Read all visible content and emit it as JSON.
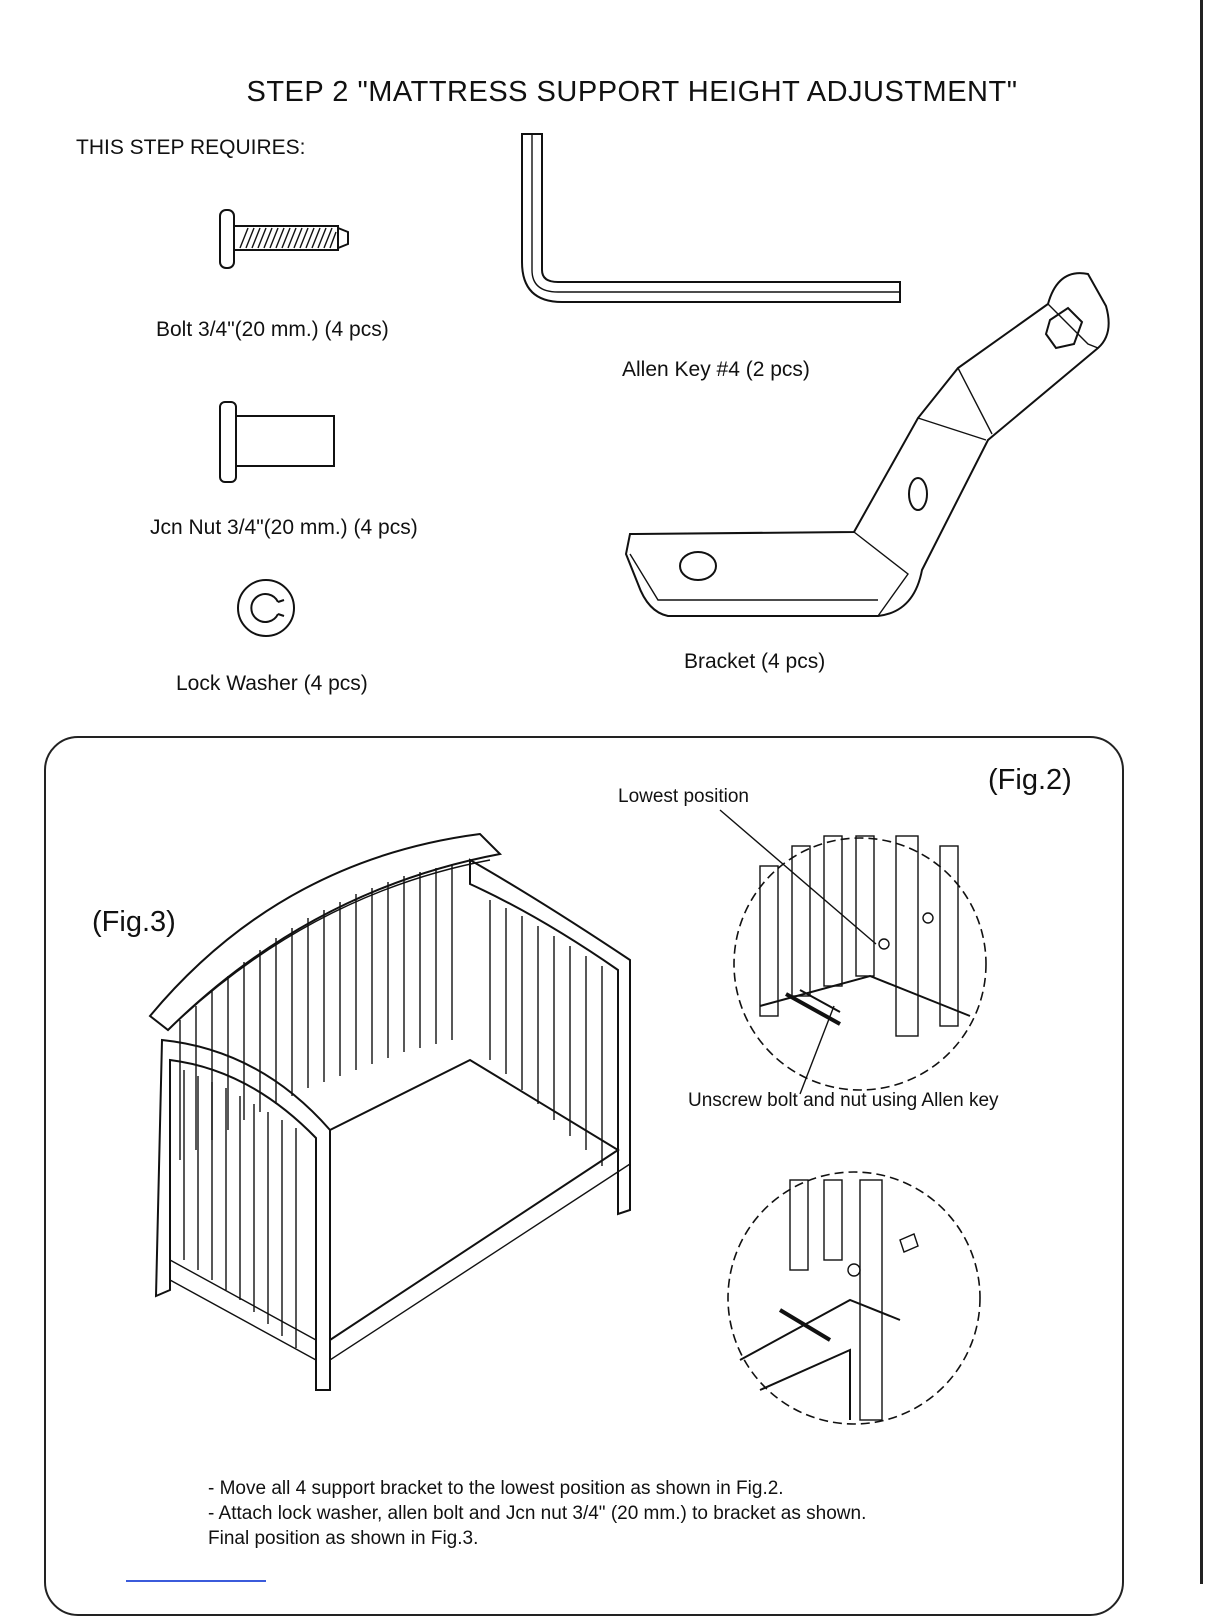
{
  "header": {
    "title": "STEP 2 \"MATTRESS SUPPORT HEIGHT ADJUSTMENT\"",
    "requires_label": "THIS STEP REQUIRES:"
  },
  "parts": [
    {
      "icon": "bolt-icon",
      "label": "Bolt  3/4\"(20 mm.) (4 pcs)"
    },
    {
      "icon": "jcn-nut-icon",
      "label": "Jcn Nut 3/4\"(20 mm.) (4 pcs)"
    },
    {
      "icon": "lock-washer-icon",
      "label": "Lock Washer (4 pcs)"
    },
    {
      "icon": "allen-key-icon",
      "label": "Allen Key #4 (2 pcs)"
    },
    {
      "icon": "bracket-icon",
      "label": "Bracket (4 pcs)"
    }
  ],
  "figures": {
    "fig2_label": "(Fig.2)",
    "fig3_label": "(Fig.3)",
    "lowest_position": "Lowest position",
    "unscrew_note": "Unscrew bolt and nut using Allen key"
  },
  "instructions": [
    "- Move all 4 support bracket to the lowest position as shown in Fig.2.",
    "- Attach lock washer, allen bolt and Jcn nut 3/4\" (20 mm.) to bracket as shown.",
    "Final position as shown in Fig.3."
  ]
}
